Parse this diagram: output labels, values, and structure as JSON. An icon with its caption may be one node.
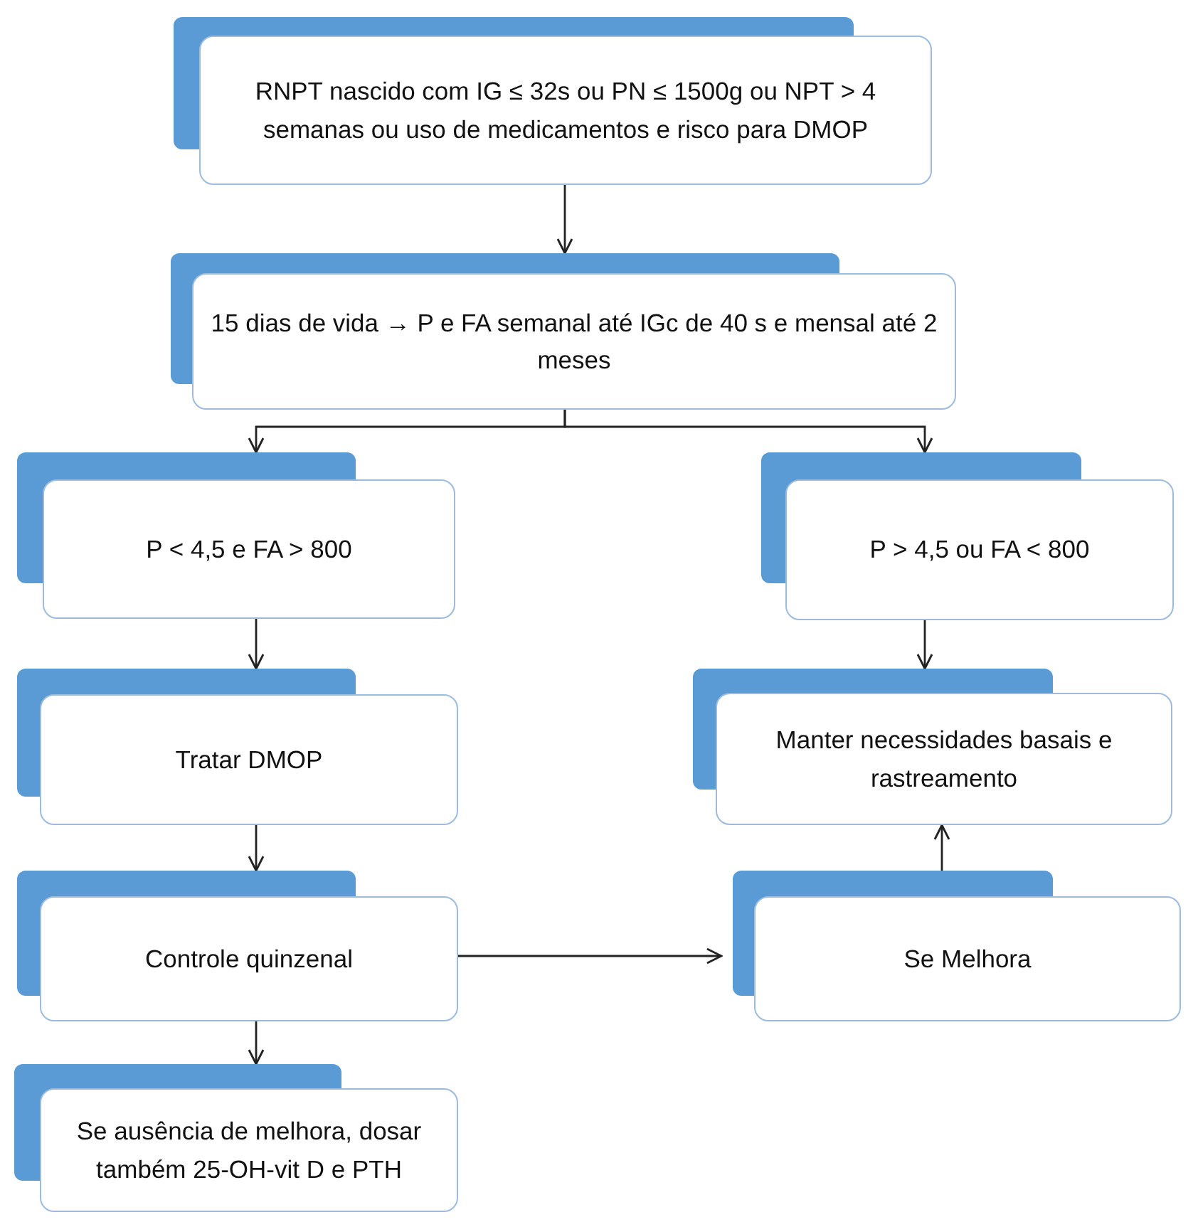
{
  "diagram": {
    "nodes": [
      {
        "text": [
          "RNPT nascido com IG ≤ 32s ou PN ≤ 1500g ou NPT > 4 semanas ou uso de medicamentos e risco para DMOP"
        ]
      },
      {
        "text": [
          "15 dias de vida → P e FA semanal até IGc de 40 s e mensal até 2 meses"
        ]
      },
      {
        "text": [
          "P < 4,5 e FA > 800"
        ]
      },
      {
        "text": [
          "P > 4,5 ou FA < 800"
        ]
      },
      {
        "text": [
          "Tratar DMOP"
        ]
      },
      {
        "text": [
          "Manter necessidades basais e rastreamento"
        ]
      },
      {
        "text": [
          "Controle quinzenal"
        ]
      },
      {
        "text": [
          "Se Melhora"
        ]
      },
      {
        "text": [
          "Se ausência de melhora, dosar também 25-OH-vit D e PTH"
        ]
      }
    ],
    "edges": [
      {
        "from": 0,
        "to": 1,
        "arrow": "to"
      },
      {
        "from": 1,
        "to": 2,
        "arrow": "to"
      },
      {
        "from": 1,
        "to": 3,
        "arrow": "to"
      },
      {
        "from": 2,
        "to": 4,
        "arrow": "to"
      },
      {
        "from": 3,
        "to": 5,
        "arrow": "to"
      },
      {
        "from": 4,
        "to": 6,
        "arrow": "to"
      },
      {
        "from": 6,
        "to": 8,
        "arrow": "to"
      },
      {
        "from": 6,
        "to": 7,
        "arrow": "to"
      },
      {
        "from": 7,
        "to": 5,
        "arrow": "to"
      }
    ]
  }
}
